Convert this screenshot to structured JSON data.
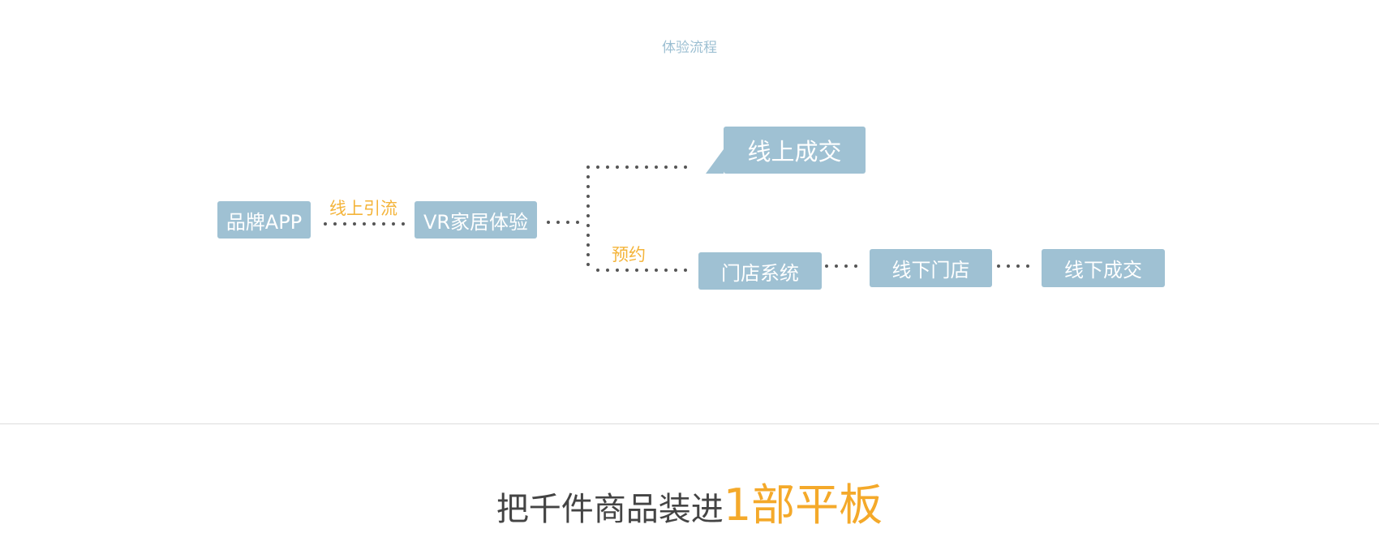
{
  "section": {
    "title": "体验流程"
  },
  "diagram": {
    "nodes": {
      "brand_app": "品牌APP",
      "vr_home": "VR家居体验",
      "online_deal": "线上成交",
      "store_system": "门店系统",
      "offline_store": "线下门店",
      "offline_deal": "线下成交"
    },
    "edge_labels": {
      "online_traffic": "线上引流",
      "reservation": "预约"
    },
    "colors": {
      "node_fill": "#9fc1d3",
      "edge_label": "#f4b43a",
      "dots": "#555555"
    }
  },
  "headline": {
    "main": "把千件商品装进",
    "highlight": "1部平板",
    "colors": {
      "main": "#444444",
      "highlight": "#f4a92a"
    }
  }
}
